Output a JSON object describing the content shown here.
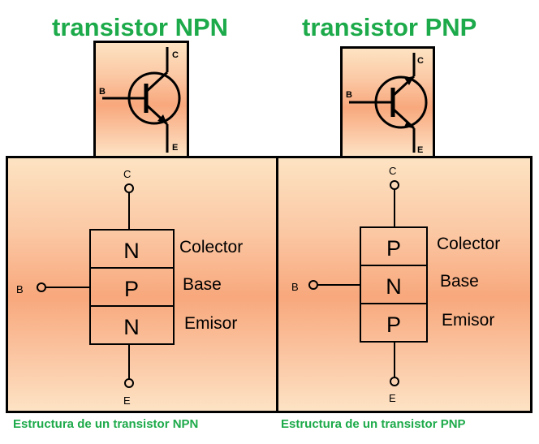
{
  "npn": {
    "title": "transistor NPN",
    "symbol": {
      "c": "C",
      "b": "B",
      "e": "E"
    },
    "layers": [
      "N",
      "P",
      "N"
    ],
    "region_labels": [
      "Colector",
      "Base",
      "Emisor"
    ],
    "terminals": {
      "c": "C",
      "b": "B",
      "e": "E"
    },
    "caption": "Estructura de un transistor NPN"
  },
  "pnp": {
    "title": "transistor PNP",
    "symbol": {
      "c": "C",
      "b": "B",
      "e": "E"
    },
    "layers": [
      "P",
      "N",
      "P"
    ],
    "region_labels": [
      "Colector",
      "Base",
      "Emisor"
    ],
    "terminals": {
      "c": "C",
      "b": "B",
      "e": "E"
    },
    "caption": "Estructura de un transistor PNP"
  },
  "colors": {
    "title": "#1daa4a",
    "outline": "#000000",
    "background_center": "#f8a87c"
  }
}
